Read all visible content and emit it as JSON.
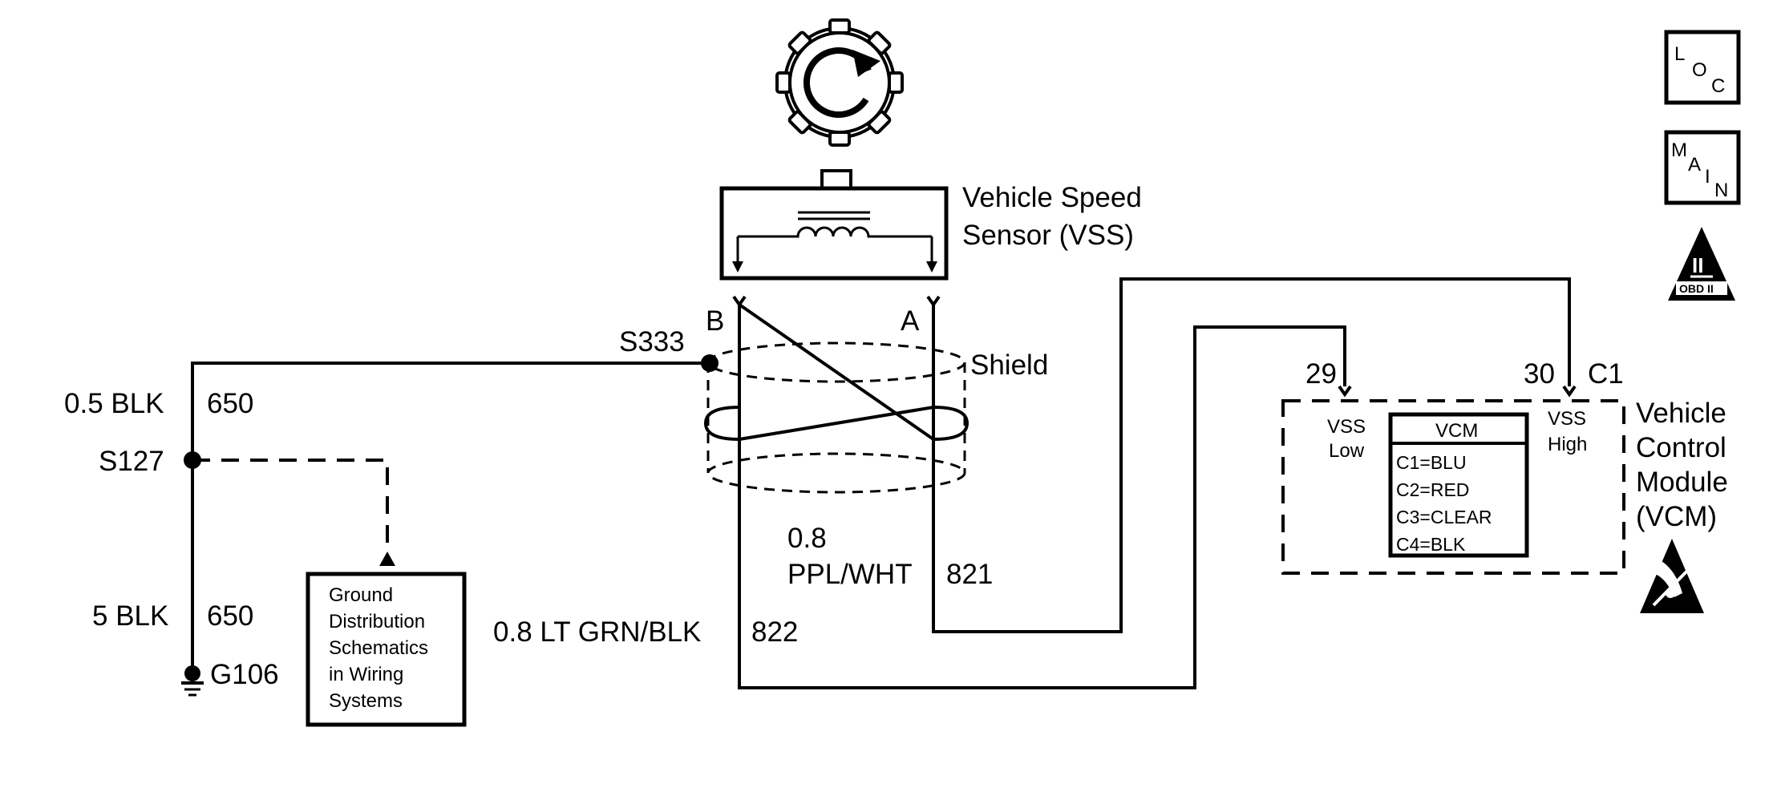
{
  "sensor": {
    "name_line1": "Vehicle Speed",
    "name_line2": "Sensor (VSS)",
    "pin_b": "B",
    "pin_a": "A",
    "shield": "Shield"
  },
  "splices": {
    "s333": "S333",
    "s127": "S127",
    "g106": "G106"
  },
  "wires": {
    "ground_upper_gauge": "0.5 BLK",
    "ground_upper_circuit": "650",
    "ground_lower_gauge": "5 BLK",
    "ground_lower_circuit": "650",
    "signal_high_gauge": "0.8",
    "signal_high_color": "PPL/WHT",
    "signal_high_circuit": "821",
    "signal_low_desc": "0.8 LT GRN/BLK",
    "signal_low_circuit": "822"
  },
  "ground_box": {
    "lines": [
      "Ground",
      "Distribution",
      "Schematics",
      "in Wiring",
      "Systems"
    ]
  },
  "vcm": {
    "pin_low": "29",
    "pin_high": "30",
    "connector": "C1",
    "low_label_1": "VSS",
    "low_label_2": "Low",
    "high_label_1": "VSS",
    "high_label_2": "High",
    "title": "VCM",
    "connectors": [
      "C1=BLU",
      "C2=RED",
      "C3=CLEAR",
      "C4=BLK"
    ],
    "name_lines": [
      "Vehicle",
      "Control",
      "Module",
      "(VCM)"
    ]
  },
  "symbols": {
    "loc_letters": [
      "L",
      "O",
      "C"
    ],
    "main_letters": [
      "M",
      "A",
      "I",
      "N"
    ],
    "obd_numeral": "II",
    "obd_text": "OBD II",
    "gear_icon": "rotating-gear-icon",
    "esd_icon": "esd-warning-icon"
  }
}
